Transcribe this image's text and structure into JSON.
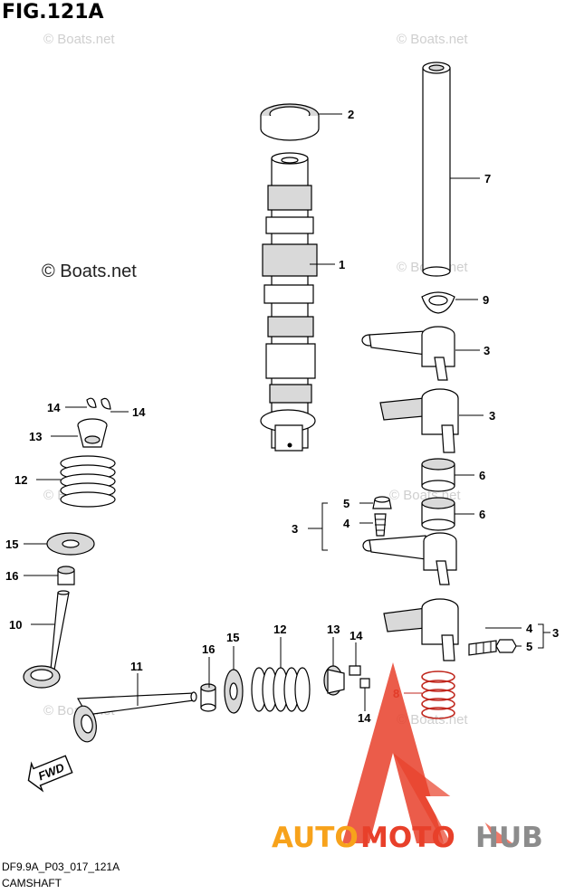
{
  "figure": {
    "title": "FIG.121A",
    "code": "DF9.9A_P03_017_121A",
    "name": "CAMSHAFT",
    "direction_label": "FWD"
  },
  "watermark": {
    "text": "© Boats.net",
    "large_text": "© Boats.net"
  },
  "logo": {
    "part1": "AUTO",
    "part2": "MOTO",
    "part3": "HUB",
    "color_red": "#e8402a",
    "color_orange": "#f7a21b",
    "color_gray": "#8c8c8c"
  },
  "callouts": {
    "c1": "1",
    "c2": "2",
    "c3a": "3",
    "c3b": "3",
    "c3c": "3",
    "c3d": "3",
    "c4a": "4",
    "c4b": "4",
    "c5a": "5",
    "c5b": "5",
    "c6a": "6",
    "c6b": "6",
    "c7": "7",
    "c8": "8",
    "c9": "9",
    "c10": "10",
    "c11": "11",
    "c12a": "12",
    "c12b": "12",
    "c13a": "13",
    "c13b": "13",
    "c14a": "14",
    "c14b": "14",
    "c14c": "14",
    "c14d": "14",
    "c15a": "15",
    "c15b": "15",
    "c16a": "16",
    "c16b": "16"
  }
}
